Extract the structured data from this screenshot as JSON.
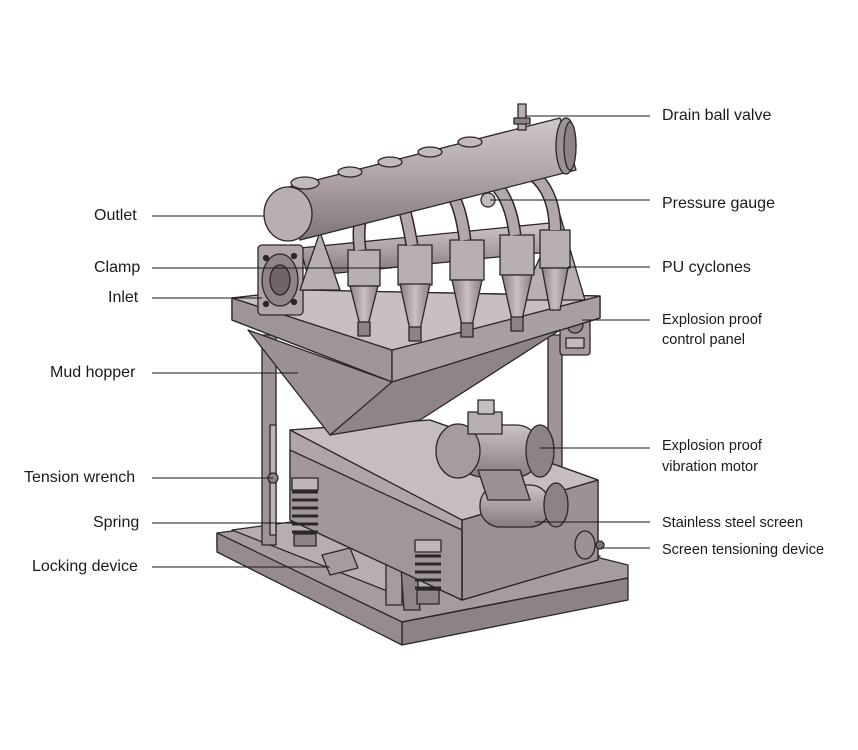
{
  "colors": {
    "body": "#a69ca0",
    "body_dark": "#8c8287",
    "body_light": "#c2b9bd",
    "outline": "#2b2628",
    "leader": "#1a1a1a",
    "text": "#1a1a1a"
  },
  "labels_left": {
    "outlet": "Outlet",
    "clamp": "Clamp",
    "inlet": "Inlet",
    "mud_hopper": "Mud hopper",
    "tension_wrench": "Tension wrench",
    "spring": "Spring",
    "locking_device": "Locking device"
  },
  "labels_right": {
    "drain_ball_valve": "Drain ball valve",
    "pressure_gauge": "Pressure gauge",
    "pu_cyclones": "PU cyclones",
    "control_panel_1": "Explosion proof",
    "control_panel_2": "control panel",
    "vibration_motor_1": "Explosion proof",
    "vibration_motor_2": "vibration motor",
    "stainless_steel_screen": "Stainless steel screen",
    "screen_tensioning_device": "Screen tensioning device"
  }
}
